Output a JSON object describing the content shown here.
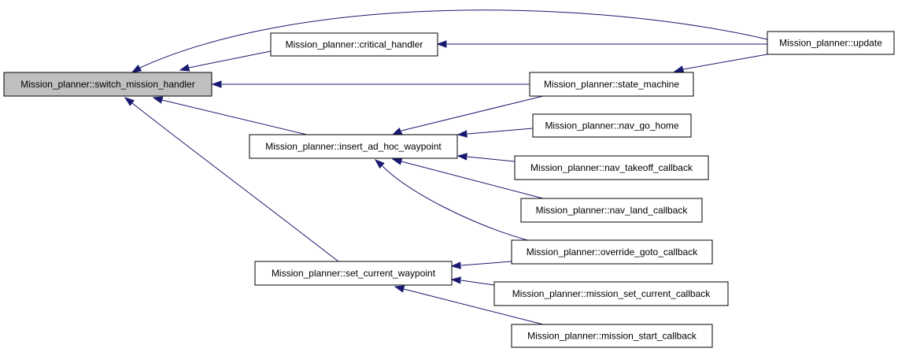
{
  "graph": {
    "nodes": {
      "switch": {
        "label": "Mission_planner::switch_mission_handler",
        "focus": true
      },
      "critical": {
        "label": "Mission_planner::critical_handler"
      },
      "update": {
        "label": "Mission_planner::update"
      },
      "state": {
        "label": "Mission_planner::state_machine"
      },
      "insert": {
        "label": "Mission_planner::insert_ad_hoc_waypoint"
      },
      "home": {
        "label": "Mission_planner::nav_go_home"
      },
      "takeoff": {
        "label": "Mission_planner::nav_takeoff_callback"
      },
      "land": {
        "label": "Mission_planner::nav_land_callback"
      },
      "override": {
        "label": "Mission_planner::override_goto_callback"
      },
      "setcur": {
        "label": "Mission_planner::set_current_waypoint"
      },
      "msetcur": {
        "label": "Mission_planner::mission_set_current_callback"
      },
      "mstart": {
        "label": "Mission_planner::mission_start_callback"
      }
    },
    "edges": [
      {
        "from": "update",
        "to": "switch"
      },
      {
        "from": "critical",
        "to": "switch"
      },
      {
        "from": "update",
        "to": "critical"
      },
      {
        "from": "state",
        "to": "switch"
      },
      {
        "from": "update",
        "to": "state"
      },
      {
        "from": "insert",
        "to": "switch"
      },
      {
        "from": "state",
        "to": "insert"
      },
      {
        "from": "home",
        "to": "insert"
      },
      {
        "from": "takeoff",
        "to": "insert"
      },
      {
        "from": "land",
        "to": "insert"
      },
      {
        "from": "override",
        "to": "insert"
      },
      {
        "from": "setcur",
        "to": "switch"
      },
      {
        "from": "override",
        "to": "setcur"
      },
      {
        "from": "msetcur",
        "to": "setcur"
      },
      {
        "from": "mstart",
        "to": "setcur"
      }
    ]
  }
}
